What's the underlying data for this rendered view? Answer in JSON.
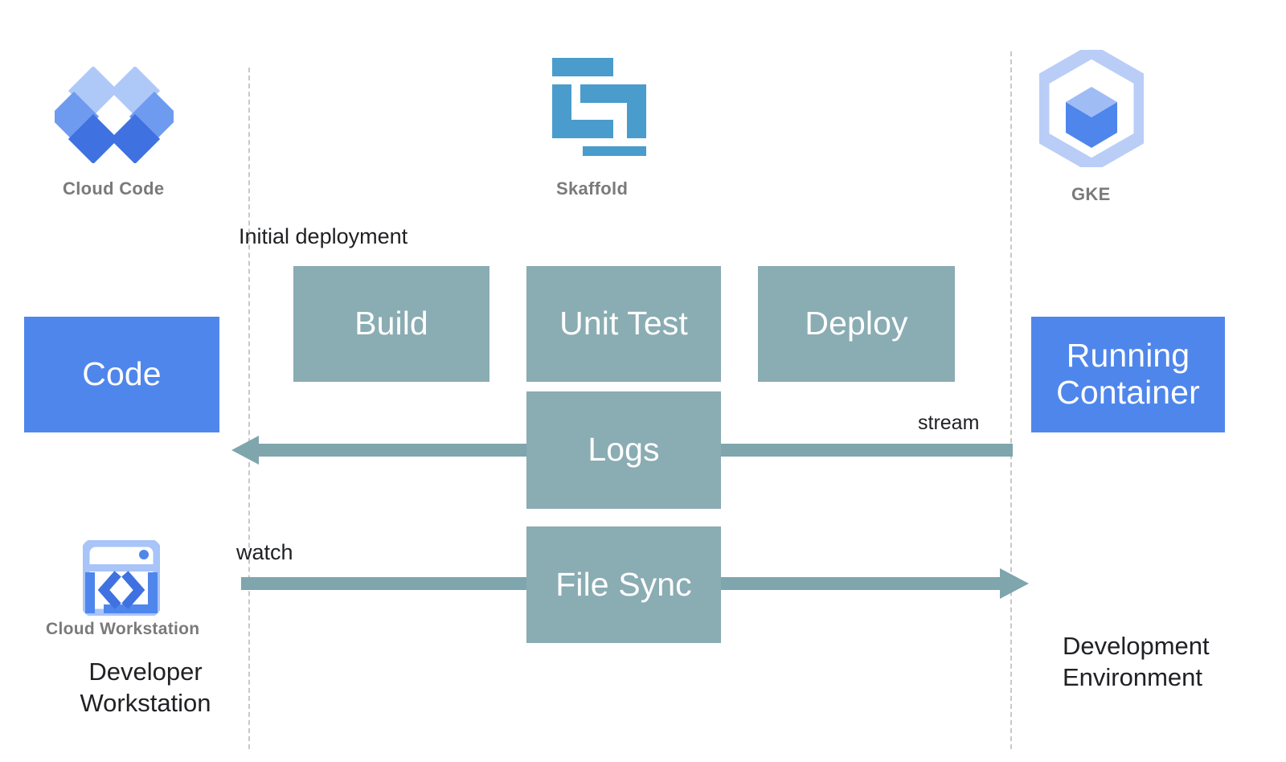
{
  "diagram": {
    "title": "Cloud Code / Skaffold / GKE development loop",
    "background": "#ffffff",
    "colors": {
      "teal_box": "#8aacb3",
      "blue_box": "#4f86ec",
      "arrow": "#7fa5ad",
      "dashed_divider": "#c8c8c8",
      "caption_gray": "#7a7a7a",
      "text_dark": "#202124",
      "cloud_code_light": "#aec8f8",
      "cloud_code_mid": "#6e9bf0",
      "cloud_code_dark": "#3f71e0",
      "skaffold_blue": "#4a9ccc",
      "gke_hex_light": "#b9cdf7",
      "gke_cube_blue": "#4f86ec",
      "workstation_blue": "#4f86ec",
      "workstation_light": "#a8c4f8"
    }
  },
  "logos": [
    {
      "name": "cloud-code",
      "caption": "Cloud Code"
    },
    {
      "name": "skaffold",
      "caption": "Skaffold"
    },
    {
      "name": "gke",
      "caption": "GKE"
    },
    {
      "name": "cloud-workstation",
      "caption": "Cloud Workstation"
    }
  ],
  "boxes": {
    "code": "Code",
    "build": "Build",
    "unit_test": "Unit Test",
    "deploy": "Deploy",
    "logs": "Logs",
    "file_sync": "File Sync",
    "running_container": "Running\nContainer"
  },
  "arrow_labels": {
    "initial_deployment": "Initial deployment",
    "stream": "stream",
    "watch": "watch"
  },
  "zone_captions": {
    "left": "Developer\nWorkstation",
    "right": "Development\nEnvironment"
  },
  "arrows": [
    {
      "name": "logs-arrow",
      "direction": "left",
      "label": "stream"
    },
    {
      "name": "file-sync-arrow",
      "direction": "right",
      "label": "watch"
    }
  ]
}
